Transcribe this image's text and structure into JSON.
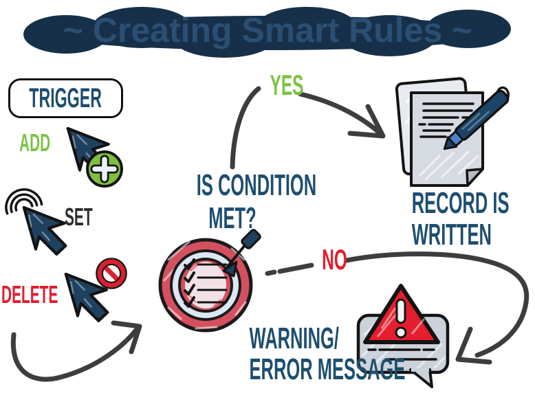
{
  "title": "~ Creating Smart Rules ~",
  "trigger": {
    "label": "TRIGGER"
  },
  "actions": {
    "add": {
      "label": "ADD",
      "icon": "cursor-with-plus"
    },
    "set": {
      "label": "SET",
      "icon": "cursor-with-click-ripples"
    },
    "delete": {
      "label": "DELETE",
      "icon": "cursor-with-prohibition-sign"
    }
  },
  "condition": {
    "question_line1": "IS CONDITION",
    "question_line2": "MET?",
    "icon": "target-with-checklist-and-dart"
  },
  "branch_yes": {
    "label": "YES"
  },
  "branch_no": {
    "label": "NO"
  },
  "outcome_record": {
    "line1": "RECORD IS",
    "line2": "WRITTEN",
    "icon": "documents-with-pen"
  },
  "outcome_error": {
    "line1": "WARNING/",
    "line2": "ERROR MESSAGE",
    "icon": "warning-triangle-speech-bubble"
  },
  "colors": {
    "navy_text": "#1d4e70",
    "title_text": "#2a4f72",
    "title_blob": "#17304a",
    "green": "#7cc242",
    "red": "#e51c2c",
    "cursor_fill": "#1f4160",
    "target_red": "#d5505e",
    "target_light_ring": "#dce7f4",
    "paper_gray": "#d6dbe1",
    "bubble_gray": "#ccd2d9",
    "arrow_gray": "#3d3d3d"
  }
}
